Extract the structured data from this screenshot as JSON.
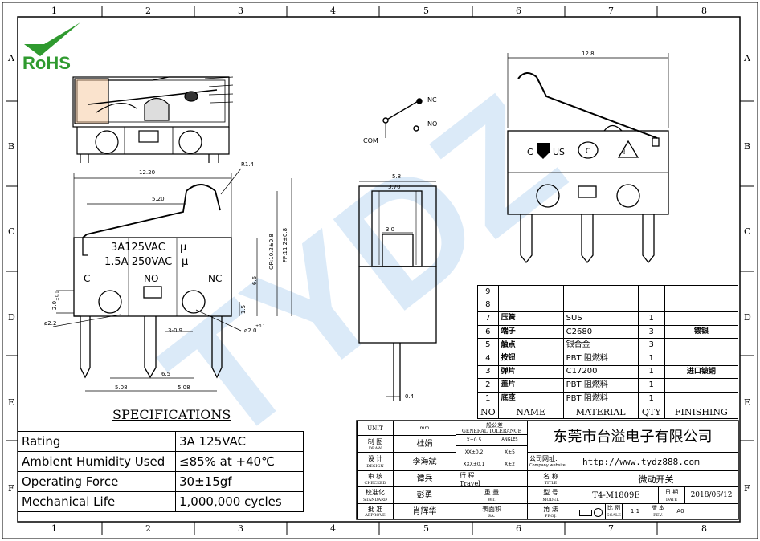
{
  "ruler": {
    "cols": [
      "1",
      "2",
      "3",
      "4",
      "5",
      "6",
      "7",
      "8"
    ],
    "rows": [
      "A",
      "B",
      "C",
      "D",
      "E",
      "F"
    ]
  },
  "logo": {
    "text": "RoHS"
  },
  "watermark": {
    "text": "TYDZ"
  },
  "left_view": {
    "labels": {
      "c": "C",
      "no": "NO",
      "nc": "NC"
    },
    "rating_line1": "3A125VAC",
    "rating_line2": "1.5A 250VAC",
    "dims": {
      "width": "12.20",
      "lever": "5.20",
      "radius": "R1.4",
      "height": "6.6",
      "op": "OP:10.2±0.8",
      "fp": "FP:11.2±0.8",
      "terminal_pitch": "6.5",
      "left_pitch": "5.08",
      "right_pitch": "5.08",
      "hole_dia": "ø2.2",
      "pin_hole": "ø2.0",
      "pin_hole_tol": "±0.1",
      "terminal_width": "3-0.9",
      "hole_offset": "2.0",
      "hole_offset_tol": "±0.1",
      "hole_low": "1.5"
    }
  },
  "middle_view": {
    "switch_labels": {
      "nc": "NC",
      "no": "NO",
      "com": "COM"
    },
    "dims": {
      "width": "5.8",
      "inner": "3.70",
      "slot": "3.0",
      "pin": "0.4"
    }
  },
  "right_view": {
    "dims": {
      "width": "12.8"
    },
    "cert_marks": {
      "c": "C",
      "us": "US"
    }
  },
  "specifications": {
    "title": "SPECIFICATIONS",
    "rows": [
      {
        "key": "Rating",
        "value": "3A  125VAC"
      },
      {
        "key": "Ambient Humidity Used",
        "value": "≤85% at +40℃"
      },
      {
        "key": "Operating Force",
        "value": "30±15gf"
      },
      {
        "key": "Mechanical Life",
        "value": "1,000,000 cycles"
      }
    ]
  },
  "bom": {
    "rows": [
      {
        "no": "9",
        "name": "",
        "material": "",
        "qty": "",
        "finishing": ""
      },
      {
        "no": "8",
        "name": "",
        "material": "",
        "qty": "",
        "finishing": ""
      },
      {
        "no": "7",
        "name": "压簧",
        "material": "SUS",
        "qty": "1",
        "finishing": ""
      },
      {
        "no": "6",
        "name": "端子",
        "material": "C2680",
        "qty": "3",
        "finishing": "镀银"
      },
      {
        "no": "5",
        "name": "触点",
        "material": "银合金",
        "qty": "3",
        "finishing": ""
      },
      {
        "no": "4",
        "name": "按钮",
        "material": "PBT  阻燃料",
        "qty": "1",
        "finishing": ""
      },
      {
        "no": "3",
        "name": "弹片",
        "material": "C17200",
        "qty": "1",
        "finishing": "进口铍铜"
      },
      {
        "no": "2",
        "name": "盖片",
        "material": "PBT  阻燃料",
        "qty": "1",
        "finishing": ""
      },
      {
        "no": "1",
        "name": "底座",
        "material": "PBT  阻燃料",
        "qty": "1",
        "finishing": ""
      }
    ],
    "headers": {
      "no": "NO",
      "name": "NAME",
      "material": "MATERIAL",
      "qty": "QTY",
      "finishing": "FINISHING"
    }
  },
  "title_block": {
    "unit_label": "UNIT",
    "unit_value": "mm",
    "tolerance_title": "一般公差",
    "tolerance_sub": "GENERAL TOLERANCE",
    "tol_rows": [
      {
        "a": "X±0.5",
        "b": "ANGLES"
      },
      {
        "a": "XX±0.2",
        "b": "X±5"
      },
      {
        "a": "XXX±0.1",
        "b": "X±2"
      }
    ],
    "company": "东莞市台溢电子有限公司",
    "website_label": "公司网址:",
    "website_label_en": "Company website",
    "website": "http://www.tydz888.com",
    "draw_label": "制  图",
    "draw_label_en": "DRAW",
    "draw_name": "杜娟",
    "design_label": "设  计",
    "design_label_en": "DESIGN",
    "design_name": "李海斌",
    "checked_label": "审  核",
    "checked_label_en": "CHECKED",
    "checked_name": "谭兵",
    "standard_label": "校准化",
    "standard_label_en": "STANDARD",
    "standard_name": "彭勇",
    "approve_label": "批  准",
    "approve_label_en": "APPROVE",
    "approve_name": "肖辉华",
    "travel_label": "行  程",
    "travel_value": "Travel",
    "weight_label": "重  量",
    "weight_label_en": "WT.",
    "surface_label": "表面积",
    "surface_label_en": "SA.",
    "name_label": "名  称",
    "name_label_en": "TITLE",
    "name_value": "微动开关",
    "model_label": "型  号",
    "model_label_en": "MODEL",
    "model_value": "T4-M1809E",
    "proj_label": "角  法",
    "proj_label_en": "PROJ.",
    "date_label": "日  期",
    "date_label_en": "DATE",
    "date_value": "2018/06/12",
    "scale_label": "比  例",
    "scale_label_en": "SCALE",
    "scale_value": "1:1",
    "rev_label": "版  本",
    "rev_label_en": "REV.",
    "rev_value": "A0"
  }
}
